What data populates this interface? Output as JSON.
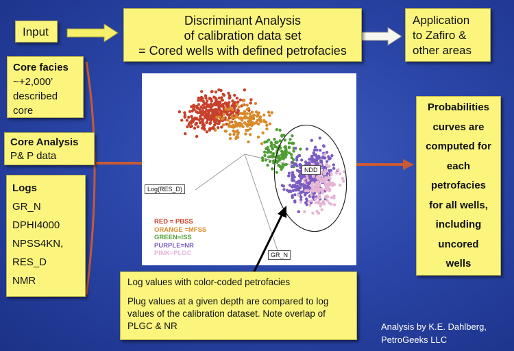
{
  "input_label": "Input",
  "discriminant": {
    "line1": "Discriminant Analysis",
    "line2": "of calibration data set",
    "line3": "= Cored wells with defined petrofacies"
  },
  "application": {
    "line1": "Application",
    "line2": "to Zafiro &",
    "line3": "other areas"
  },
  "core_facies": {
    "title": "Core facies",
    "line1": "~+2,000’",
    "line2": "described",
    "line3": "core"
  },
  "core_analysis": {
    "title": "Core Analysis",
    "line1": "P& P data"
  },
  "logs": {
    "title": "Logs",
    "items": [
      "GR_N",
      "DPHI4000",
      "NPSS4KN,",
      "RES_D",
      "NMR"
    ]
  },
  "probabilities": {
    "lines": [
      "Probabilities",
      "curves are",
      "computed for",
      "each",
      "petrofacies",
      "for all wells,",
      "including",
      "uncored",
      "wells"
    ]
  },
  "plot": {
    "axis_labels": {
      "res": "Log(RES_D)",
      "gr": "GR_N",
      "ndd": "NDD"
    },
    "legend": [
      {
        "text": "RED = PBSS",
        "color": "#c8402a"
      },
      {
        "text": "ORANGE =MFSS",
        "color": "#d88a2a"
      },
      {
        "text": "GREEN=ISS",
        "color": "#4f9e34"
      },
      {
        "text": "PURPLE=NR",
        "color": "#7a5cc0"
      },
      {
        "text": "PINK=PLGC",
        "color": "#e6b5d5"
      }
    ]
  },
  "caption": {
    "line1": "Log values with color-coded petrofacies",
    "line2": "Plug values at a given depth are compared to log values of the calibration dataset. Note overlap of PLGC & NR"
  },
  "credit": {
    "line1": "Analysis by K.E. Dahlberg,",
    "line2": "PetroGeeks LLC"
  },
  "colors": {
    "arrow_fill": "#f5ef6a",
    "arrow_orange": "#c85a34",
    "box_fill": "#fbf57e"
  }
}
